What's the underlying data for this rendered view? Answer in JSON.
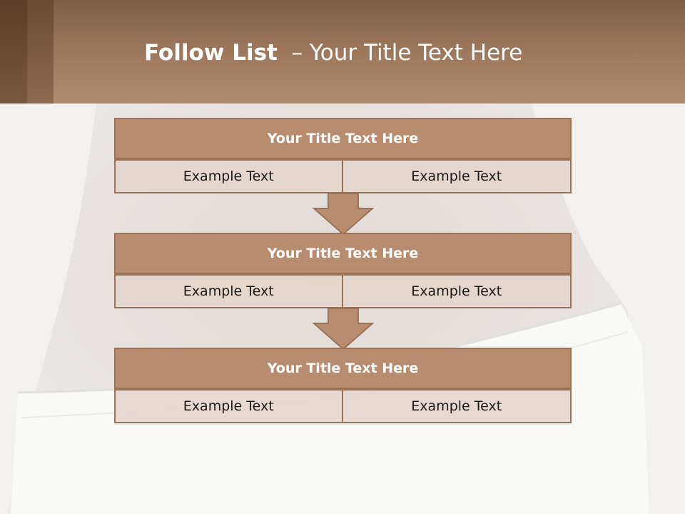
{
  "slide": {
    "title_bold": "Follow List",
    "title_rest": "– Your Title Text Here"
  },
  "blocks": [
    {
      "title": "Your Title Text Here",
      "left": "Example Text",
      "right": "Example Text"
    },
    {
      "title": "Your Title Text Here",
      "left": "Example Text",
      "right": "Example Text"
    },
    {
      "title": "Your Title Text Here",
      "left": "Example Text",
      "right": "Example Text"
    }
  ],
  "colors": {
    "header": "#a07a5e",
    "block_head": "#b88d6f",
    "block_border": "#9a7258",
    "cell_bg": "#e4d6cd"
  }
}
